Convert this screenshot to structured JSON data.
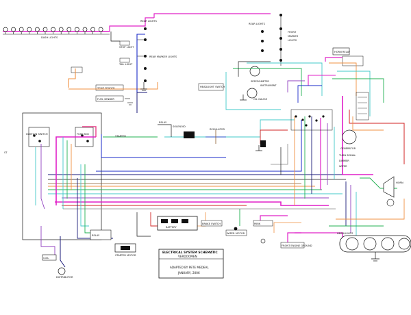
{
  "labels": {
    "dash_lights": "DASH LIGHTS",
    "rear_lights": "REAR LIGHTS",
    "front_marker_lights": [
      "FRONT",
      "MARKER",
      "LIGHTS"
    ],
    "tail_light": "TAIL LIGHT",
    "stop_light": "STOP LIGHT",
    "rear_marker_lights": "REAR MARKER LIGHTS",
    "speedometer": "SPEEDOMETER",
    "instrument": "INSTRUMENT",
    "temp_sender": "TEMP SENDER",
    "fuel_sender": "FUEL SENDER",
    "oil_gauge": "OIL GAUGE",
    "ignition_switch": "IGNITION SWITCH",
    "fuse_box": "FUSE BOX",
    "relay": "RELAY",
    "headlight_switch": "HEADLIGHT SWITCH",
    "starter": "STARTER",
    "battery": "BATTERY",
    "solenoid": "SOLENOID",
    "regulator": "REGULATOR",
    "generator": "GENERATOR",
    "coil": "COIL",
    "distributor": "DISTRIBUTOR",
    "horn": "HORN",
    "horn_relay": "HORN RELAY",
    "wiper": "WIPER",
    "wiper_motor": "WIPER MOTOR",
    "headlights": "HEADLIGHTS",
    "park": "PARK",
    "turn_signal": "TURN SIGNAL",
    "dimmer": "DIMMER",
    "brake_switch": "BRAKE SWITCH",
    "front_engine_ground": "FRONT ENGINE GROUND",
    "starter_motor_label": "STARTER MOTOR"
  },
  "title_block": {
    "line1": "ELECTRICAL SYSTEM SCHEMATIC",
    "line2": "VERDOOMEN",
    "line3": "ADAPTED BY PETE MEDEAL",
    "line4": "JANUARY, 2006"
  },
  "colors": {
    "magenta": "#e020c8",
    "pink": "#e8408a",
    "blue": "#1a2ac8",
    "navy": "#1a1a78",
    "cyan": "#40c8c8",
    "green": "#20b050",
    "orange": "#f09040",
    "red": "#d02020",
    "purple": "#9040c0",
    "black": "#111111",
    "grey": "#888888",
    "brown": "#8a5a2a"
  }
}
